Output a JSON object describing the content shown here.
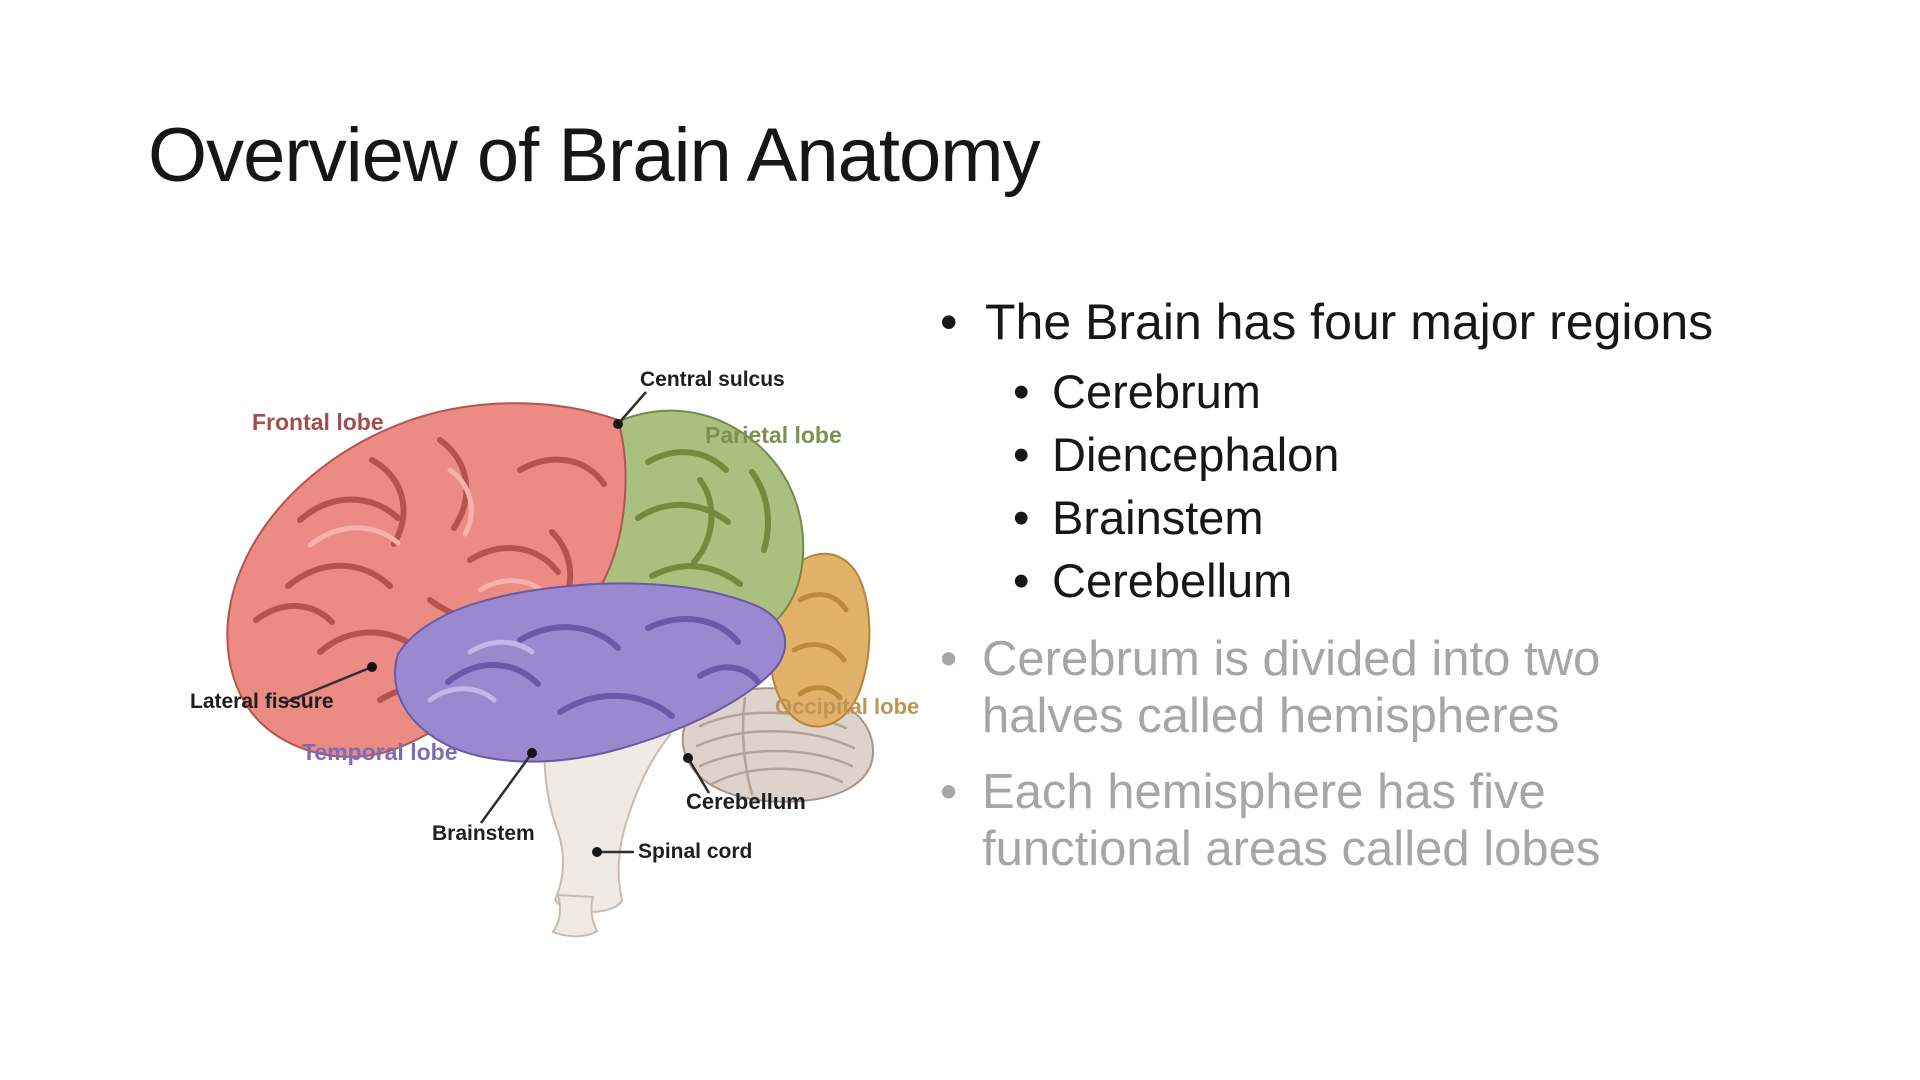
{
  "slide": {
    "title": "Overview of Brain Anatomy",
    "bullet_char": "•",
    "bullets": {
      "main": "The Brain has four major regions",
      "sub": [
        "Cerebrum",
        "Diencephalon",
        "Brainstem",
        "Cerebellum"
      ],
      "gray": [
        {
          "line1": "Cerebrum is divided into two",
          "line2": "halves called hemispheres"
        },
        {
          "line1": "Each hemisphere has five",
          "line2": "functional areas called lobes"
        }
      ]
    }
  },
  "figure": {
    "labels": {
      "central_sulcus": "Central sulcus",
      "frontal_lobe": "Frontal lobe",
      "parietal_lobe": "Parietal lobe",
      "lateral_fissure": "Lateral fissure",
      "temporal_lobe": "Temporal lobe",
      "occipital_lobe": "Occipital lobe",
      "cerebellum": "Cerebellum",
      "brainstem": "Brainstem",
      "spinal_cord": "Spinal cord"
    }
  },
  "colors": {
    "text": "#171717",
    "muted": "#a6a6a6",
    "frontal": "#ec8b83",
    "parietal": "#a9c07e",
    "temporal": "#9a89cf",
    "occipital": "#e2b26a",
    "cerebellum": "#ded3cb",
    "brainstem": "#f1eae4",
    "label-frontal": "#a34e4e",
    "label-parietal": "#7e9050",
    "label-temporal": "#7b6cba",
    "label-occipital": "#bf9455"
  }
}
